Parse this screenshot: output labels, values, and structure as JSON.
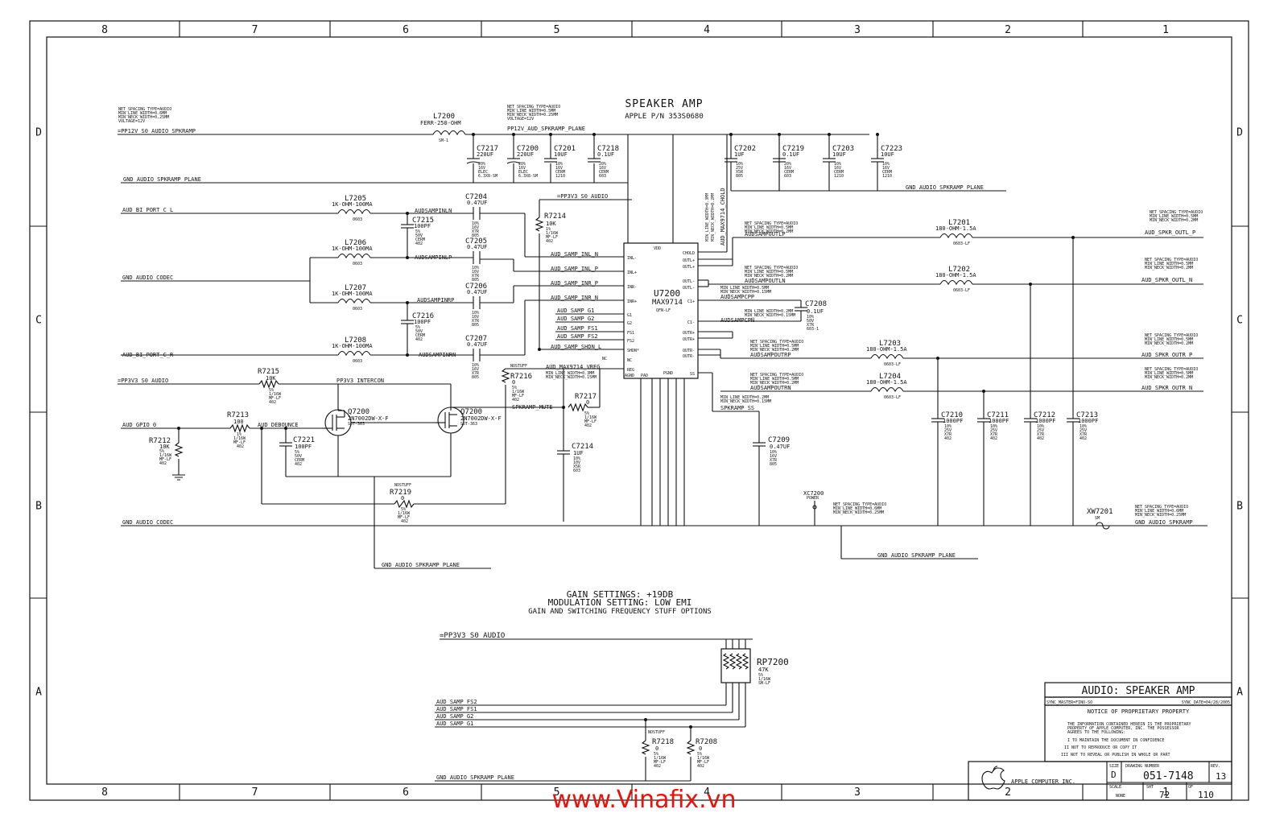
{
  "frame": {
    "cols": [
      "8",
      "7",
      "6",
      "5",
      "4",
      "3",
      "2",
      "1"
    ],
    "rows": [
      "D",
      "C",
      "B",
      "A"
    ]
  },
  "title": {
    "heading": "SPEAKER AMP",
    "part": "APPLE P/N 353S0680"
  },
  "ic": {
    "ref": "U7200",
    "value": "MAX9714",
    "pkg": "QFN-LF",
    "left_pins": [
      "INL-",
      "INL+",
      "INR-",
      "INR+",
      "G1",
      "G2",
      "FS1",
      "FS2",
      "SHDN*",
      "NC",
      "REG"
    ],
    "right_pins": [
      "CHOLD",
      "OUTL+",
      "OUTL+",
      "OUTL-",
      "OUTL-",
      "C1+",
      "C1-",
      "OUTR+",
      "OUTR+",
      "OUTR-",
      "OUTR-",
      "SS"
    ],
    "top": "VDD",
    "bottom": [
      "AGND",
      "PAD",
      "PGND"
    ]
  },
  "nets": {
    "pp12v": "=PP12V_S0_AUDIO_SPKRAMP",
    "pp12v_plane": "PP12V_AUD_SPKRAMP_PLANE",
    "gnd_plane": "GND_AUDIO_SPKRAMP_PLANE",
    "bi_l": "AUD_BI_PORT_C_L",
    "gnd_codec": "GND_AUDIO_CODEC",
    "bi_r": "AUD_BI_PORT_C_R",
    "pp3v3": "=PP3V3_S0_AUDIO",
    "interconn": "PP3V3_INTERCON",
    "gpio": "AUD_GPIO_0",
    "debounce": "AUD_DEBOUNCE",
    "spkramp_mute": "SPKRAMP_MUTE",
    "spkramp_ss": "SPKRAMP_SS",
    "inln": "AUDSAMPINLN",
    "inlp": "AUDSAMPINLP",
    "inrp": "AUDSAMPINRP",
    "inrn": "AUDSAMPINRN",
    "samp_inl_n": "AUD_SAMP_INL_N",
    "samp_inl_p": "AUD_SAMP_INL_P",
    "samp_inr_p": "AUD_SAMP_INR_P",
    "samp_inr_n": "AUD_SAMP_INR_N",
    "samp_g1": "AUD_SAMP_G1",
    "samp_g2": "AUD_SAMP_G2",
    "samp_fs1": "AUD_SAMP_FS1",
    "samp_fs2": "AUD_SAMP_FS2",
    "samp_shdn": "AUD_SAMP_SHDN_L",
    "vreg": "AUD_MAX9714_VREG",
    "chold": "AUD_MAX9714_CHOLD",
    "outlp": "AUDSAMPOUTLP",
    "outln": "AUDSAMPOUTLN",
    "cpp": "AUDSAMPCPP",
    "cpn": "AUDSAMPCPN",
    "outrp": "AUDSAMPOUTRP",
    "outrn": "AUDSAMPOUTRN",
    "spkr_outl_p": "AUD_SPKR_OUTL_P",
    "spkr_outl_n": "AUD_SPKR_OUTL_N",
    "spkr_outr_p": "AUD_SPKR_OUTR_P",
    "spkr_outr_n": "AUD_SPKR_OUTR_N",
    "gnd_spkramp": "GND_AUDIO_SPKRAMP",
    "nc": "NC"
  },
  "notes": {
    "ns1": "NET_SPACING_TYPE=AUDIO",
    "ns2": "MIN_LINE_WIDTH=0.6MM",
    "ns3": "MIN_NECK_WIDTH=0.25MM",
    "ns4": "VOLTAGE=12V",
    "pp1": "NET_SPACING_TYPE=AUDIO",
    "pp2": "MIN_LINE_WIDTH=0.5MM",
    "pp3": "MIN_NECK_WIDTH=0.25MM",
    "pp4": "VOLTAGE=12V",
    "ol1": "NET_SPACING_TYPE=AUDIO",
    "ol2": "MIN_LINE_WIDTH=0.5MM",
    "ol3": "MIN_NECK_WIDTH=0.2MM",
    "on1": "NET_SPACING_TYPE=AUDIO",
    "on2": "MIN_LINE_WIDTH=0.5MM",
    "on3": "MIN_NECK_WIDTH=0.2MM",
    "cp1": "MIN_LINE_WIDTH=0.5MM",
    "cp2": "MIN_NECK_WIDTH=0.15MM",
    "cn1": "MIN_LINE_WIDTH=0.2MM",
    "cn2": "MIN_NECK_WIDTH=0.15MM",
    "rp1": "NET_SPACING_TYPE=AUDIO",
    "rp2": "MIN_LINE_WIDTH=0.5MM",
    "rp3": "MIN_NECK_WIDTH=0.2MM",
    "rn1": "NET_SPACING_TYPE=AUDIO",
    "rn2": "MIN_LINE_WIDTH=0.5MM",
    "rn3": "MIN_NECK_WIDTH=0.2MM",
    "ch1": "MIN_LINE_WIDTH=0.3MM",
    "ch2": "MIN_NECK_WIDTH=0.2MM",
    "vr1": "MIN_LINE_WIDTH=0.3MM",
    "vr2": "MIN_NECK_WIDTH=0.15MM",
    "ss1": "MIN_LINE_WIDTH=0.2MM",
    "ss2": "MIN_NECK_WIDTH=0.15MM",
    "gn1": "NET_SPACING_TYPE=AUDIO",
    "gn2": "MIN_LINE_WIDTH=0.6MM",
    "gn3": "MIN_NECK_WIDTH=0.25MM",
    "go1": "NET_SPACING_TYPE=AUDIO",
    "go2": "MIN_LINE_WIDTH=0.6MM",
    "go3": "MIN_NECK_WIDTH=0.25MM",
    "olp1": "NET_SPACING_TYPE=AUDIO",
    "olp2": "MIN_LINE_WIDTH=0.5MM",
    "olp3": "MIN_NECK_WIDTH=0.2MM",
    "oln1": "NET_SPACING_TYPE=AUDIO",
    "oln2": "MIN_LINE_WIDTH=0.5MM",
    "oln3": "MIN_NECK_WIDTH=0.2MM",
    "orp1": "NET_SPACING_TYPE=AUDIO",
    "orp2": "MIN_LINE_WIDTH=0.5MM",
    "orp3": "MIN_NECK_WIDTH=0.2MM",
    "orn1": "NET_SPACING_TYPE=AUDIO",
    "orn2": "MIN_LINE_WIDTH=0.5MM",
    "orn3": "MIN_NECK_WIDTH=0.2MM",
    "nostuff": "NOSTUFF"
  },
  "parts": {
    "L7200": {
      "ref": "L7200",
      "val": "FERR-250-OHM",
      "pkg": "SM-1"
    },
    "C7217": {
      "ref": "C7217",
      "val": "220UF",
      "d": [
        "20%",
        "16V",
        "ELEC",
        "6.3X8-SM"
      ]
    },
    "C7200": {
      "ref": "C7200",
      "val": "220UF",
      "d": [
        "20%",
        "16V",
        "ELEC",
        "6.3X8-SM"
      ]
    },
    "C7201": {
      "ref": "C7201",
      "val": "10UF",
      "d": [
        "10%",
        "16V",
        "CERM",
        "1210"
      ]
    },
    "C7218": {
      "ref": "C7218",
      "val": "0.1UF",
      "d": [
        "20%",
        "16V",
        "CERM",
        "603"
      ]
    },
    "C7202": {
      "ref": "C7202",
      "val": "1UF",
      "d": [
        "10%",
        "25V",
        "X5R",
        "805"
      ]
    },
    "C7219": {
      "ref": "C7219",
      "val": "0.1UF",
      "d": [
        "20%",
        "16V",
        "CERM",
        "603"
      ]
    },
    "C7203": {
      "ref": "C7203",
      "val": "10UF",
      "d": [
        "10%",
        "16V",
        "CERM",
        "1210"
      ]
    },
    "C7223": {
      "ref": "C7223",
      "val": "10UF",
      "d": [
        "10%",
        "16V",
        "CERM",
        "1210"
      ]
    },
    "L7205": {
      "ref": "L7205",
      "val": "1K-OHM-100MA",
      "pkg": "0603"
    },
    "L7206": {
      "ref": "L7206",
      "val": "1K-OHM-100MA",
      "pkg": "0603"
    },
    "L7207": {
      "ref": "L7207",
      "val": "1K-OHM-100MA",
      "pkg": "0603"
    },
    "L7208": {
      "ref": "L7208",
      "val": "1K-OHM-100MA",
      "pkg": "0603"
    },
    "C7204": {
      "ref": "C7204",
      "val": "0.47UF",
      "d": [
        "10%",
        "16V",
        "X7R",
        "805"
      ]
    },
    "C7205": {
      "ref": "C7205",
      "val": "0.47UF",
      "d": [
        "10%",
        "16V",
        "X7R",
        "805"
      ]
    },
    "C7206": {
      "ref": "C7206",
      "val": "0.47UF",
      "d": [
        "10%",
        "16V",
        "X7R",
        "805"
      ]
    },
    "C7207": {
      "ref": "C7207",
      "val": "0.47UF",
      "d": [
        "10%",
        "16V",
        "X7R",
        "805"
      ]
    },
    "C7215": {
      "ref": "C7215",
      "val": "100PF",
      "d": [
        "5%",
        "50V",
        "CERM",
        "402"
      ]
    },
    "C7216": {
      "ref": "C7216",
      "val": "100PF",
      "d": [
        "5%",
        "50V",
        "CERM",
        "402"
      ]
    },
    "R7214": {
      "ref": "R7214",
      "val": "10K",
      "d": [
        "1%",
        "1/16W",
        "MF-LF",
        "402"
      ]
    },
    "R7216": {
      "ref": "R7216",
      "val": "0",
      "d": [
        "5%",
        "1/16W",
        "MF-LF",
        "402"
      ]
    },
    "R7215": {
      "ref": "R7215",
      "val": "10K",
      "d": [
        "5%",
        "1/16W",
        "MF-LF",
        "402"
      ]
    },
    "R7213": {
      "ref": "R7213",
      "val": "100",
      "d": [
        "1%",
        "1/16W",
        "MF-LF",
        "402"
      ]
    },
    "R7212": {
      "ref": "R7212",
      "val": "10K",
      "d": [
        "5%",
        "1/16W",
        "MF-LF",
        "402"
      ]
    },
    "Q7200a": {
      "ref": "Q7200",
      "val": "2N7002DW-X-F",
      "pkg": "SOT-363"
    },
    "Q7200b": {
      "ref": "Q7200",
      "val": "2N7002DW-X-F",
      "pkg": "SOT-363"
    },
    "C7221": {
      "ref": "C7221",
      "val": "100PF",
      "d": [
        "5%",
        "50V",
        "CERM",
        "402"
      ]
    },
    "R7219": {
      "ref": "R7219",
      "val": "0",
      "d": [
        "5%",
        "1/16W",
        "MF-LF",
        "402"
      ]
    },
    "R7217": {
      "ref": "R7217",
      "val": "0",
      "d": [
        "5%",
        "1/16W",
        "MF-LF",
        "402"
      ]
    },
    "C7214": {
      "ref": "C7214",
      "val": "1UF",
      "d": [
        "10%",
        "10V",
        "X5R",
        "603"
      ]
    },
    "C7208": {
      "ref": "C7208",
      "val": "0.1UF",
      "d": [
        "10%",
        "50V",
        "X7R",
        "603-1"
      ]
    },
    "C7209": {
      "ref": "C7209",
      "val": "0.47UF",
      "d": [
        "10%",
        "16V",
        "X7R",
        "805"
      ]
    },
    "L7201": {
      "ref": "L7201",
      "val": "180-OHM-1.5A",
      "pkg": "0603-LF"
    },
    "L7202": {
      "ref": "L7202",
      "val": "180-OHM-1.5A",
      "pkg": "0603-LF"
    },
    "L7203": {
      "ref": "L7203",
      "val": "180-OHM-1.5A",
      "pkg": "0603-LF"
    },
    "L7204": {
      "ref": "L7204",
      "val": "180-OHM-1.5A",
      "pkg": "0603-LF"
    },
    "C7210": {
      "ref": "C7210",
      "val": "1000PF",
      "d": [
        "10%",
        "25V",
        "X7R",
        "402"
      ]
    },
    "C7211": {
      "ref": "C7211",
      "val": "1000PF",
      "d": [
        "10%",
        "25V",
        "X7R",
        "402"
      ]
    },
    "C7212": {
      "ref": "C7212",
      "val": "1000PF",
      "d": [
        "10%",
        "25V",
        "X7R",
        "402"
      ]
    },
    "C7213": {
      "ref": "C7213",
      "val": "1000PF",
      "d": [
        "10%",
        "25V",
        "X7R",
        "402"
      ]
    },
    "XC7200": {
      "ref": "XC7200",
      "val": "POWER"
    },
    "XW7201": {
      "ref": "XW7201",
      "val": "SM"
    },
    "RP7200": {
      "ref": "RP7200",
      "val": "47K",
      "d": [
        "5%",
        "1/16W",
        "SM-LF"
      ]
    },
    "R7218": {
      "ref": "R7218",
      "val": "0",
      "d": [
        "5%",
        "1/16W",
        "MF-LF",
        "402"
      ]
    },
    "R7208": {
      "ref": "R7208",
      "val": "0",
      "d": [
        "5%",
        "1/16W",
        "MF-LF",
        "402"
      ]
    }
  },
  "gain": {
    "l1": "GAIN SETTINGS: +19DB",
    "l2": "MODULATION SETTING: LOW EMI",
    "l3": "GAIN AND SWITCHING FREQUENCY STUFF OPTIONS"
  },
  "titleblock": {
    "page_title": "AUDIO: SPEAKER AMP",
    "sync_master": "SYNC_MASTER=FINO-SO",
    "sync_date": "SYNC_DATE=04/28/2005",
    "notice": "NOTICE OF PROPRIETARY PROPERTY",
    "notice_body": [
      "THE INFORMATION CONTAINED HEREIN IS THE PROPRIETARY",
      "PROPERTY OF APPLE COMPUTER, INC. THE POSSESSOR",
      "AGREES TO THE FOLLOWING:"
    ],
    "n1": "I TO MAINTAIN THE DOCUMENT IN CONFIDENCE",
    "n2": "II NOT TO REPRODUCE OR COPY IT",
    "n3": "III NOT TO REVEAL OR PUBLISH IN WHOLE OR PART",
    "company": "APPLE COMPUTER INC.",
    "size_label": "SIZE",
    "size": "D",
    "drawing_label": "DRAWING NUMBER",
    "drawing": "051-7148",
    "rev_label": "REV.",
    "rev": "13",
    "scale_label": "SCALE",
    "scale": "NONE",
    "sht_label": "SHT",
    "sht": "72",
    "of_label": "OF",
    "of": "110"
  },
  "watermark": "www.Vinafix.vn"
}
